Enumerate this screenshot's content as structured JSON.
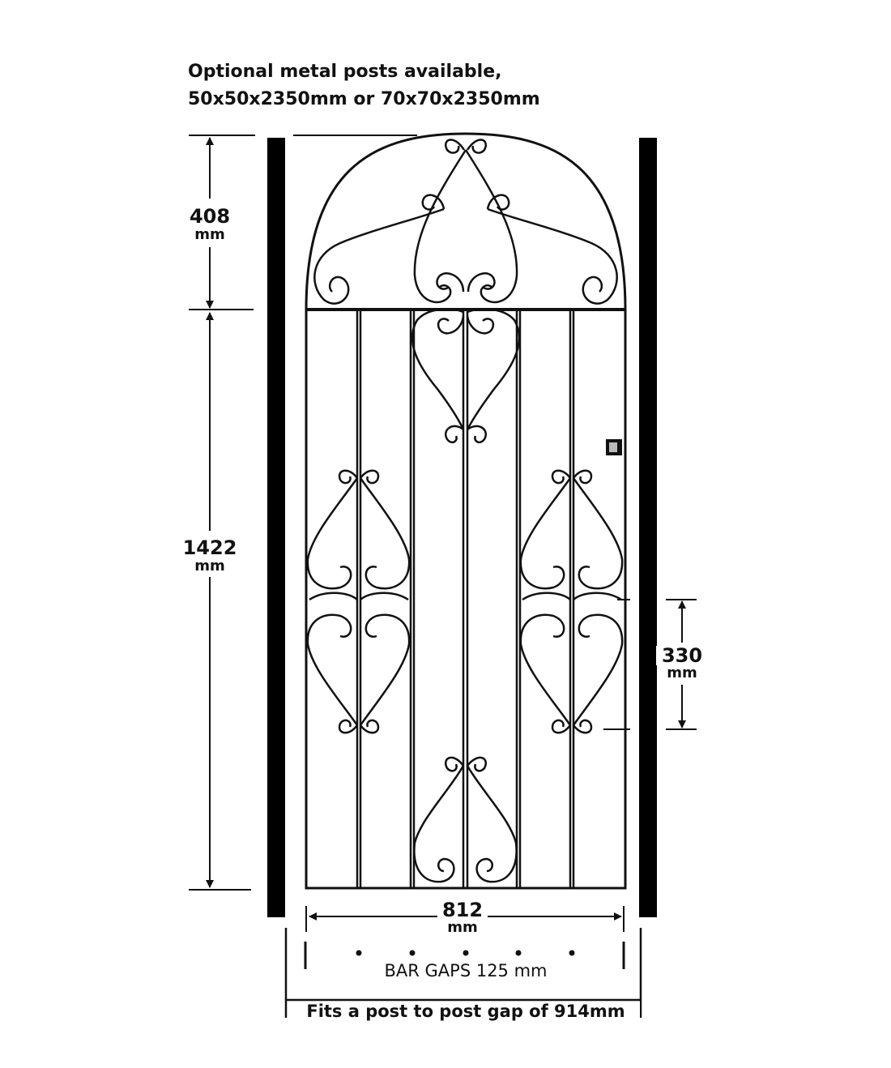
{
  "notes": {
    "line1": "Optional metal posts available,",
    "line2": "50x50x2350mm or 70x70x2350mm"
  },
  "dimensions": {
    "arch_height": {
      "value": "408",
      "unit": "mm"
    },
    "gate_height": {
      "value": "1422",
      "unit": "mm"
    },
    "scroll_height": {
      "value": "330",
      "unit": "mm"
    },
    "gate_width": {
      "value": "812",
      "unit": "mm"
    }
  },
  "bar_gaps": "BAR GAPS 125 mm",
  "fit_note": "Fits a post to post gap of 914mm",
  "colors": {
    "line": "#111111",
    "post": "#000000",
    "background": "#ffffff"
  }
}
